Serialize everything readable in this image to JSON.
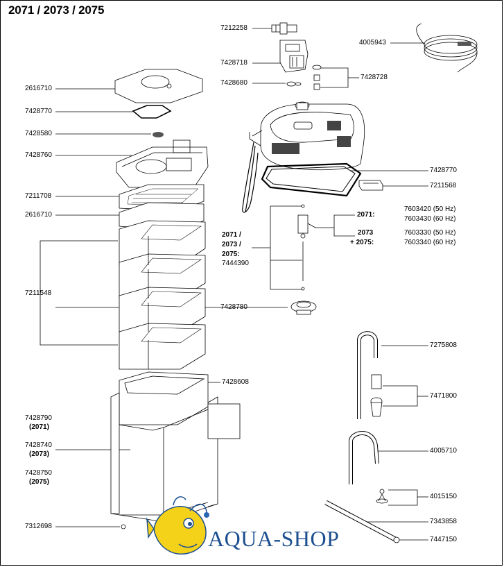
{
  "title": "2071 / 2073 / 2075",
  "labels": {
    "p7212258": "7212258",
    "p4005943": "4005943",
    "p7428718": "7428718",
    "p7428728": "7428728",
    "p7428680": "7428680",
    "p2616710a": "2616710",
    "p7428770a": "7428770",
    "p7428580": "7428580",
    "p7428760": "7428760",
    "p7428770b": "7428770",
    "p7211568": "7211568",
    "p7211708": "7211708",
    "p2616710b": "2616710",
    "m2071": "2071:",
    "f2071_50": "7603420 (50 Hz)",
    "f2071_60": "7603430 (60 Hz)",
    "m2073": "2073",
    "m2075": "+  2075:",
    "f2073_50": "7603330 (50 Hz)",
    "f2073_60": "7603340 (60 Hz)",
    "multi1": "2071 /",
    "multi2": "2073 /",
    "multi3": "2075:",
    "p7444390": "7444390",
    "p7211548": "7211548",
    "p7428780": "7428780",
    "p7275808": "7275808",
    "p7428608": "7428608",
    "p7471800": "7471800",
    "p7428790": "7428790",
    "v2071": "(2071)",
    "p7428740": "7428740",
    "v2073": "(2073)",
    "p4005710": "4005710",
    "p7428750": "7428750",
    "v2075": "(2075)",
    "p4015150": "4015150",
    "p7343858": "7343858",
    "p7312698": "7312698",
    "p7447150": "7447150"
  },
  "logo": {
    "text": "AQUA-SHOP",
    "color": "#1c4f8f",
    "fish_color": "#f5d21a"
  }
}
